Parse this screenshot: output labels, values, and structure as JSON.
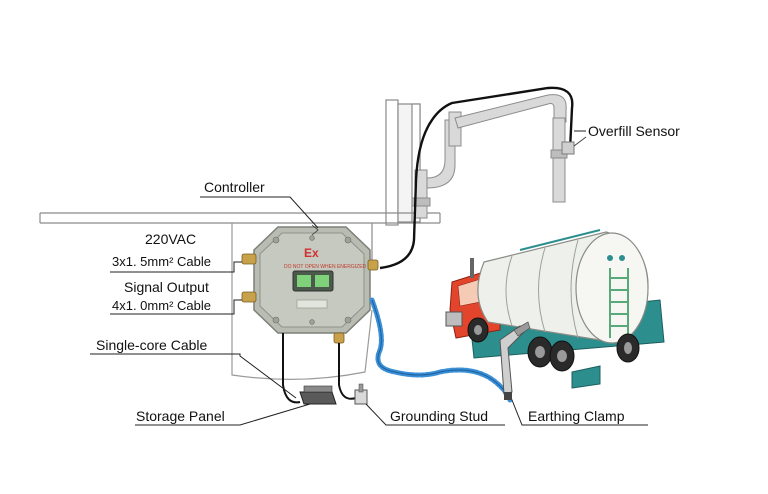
{
  "labels": {
    "overfill_sensor": "Overfill Sensor",
    "controller": "Controller",
    "power_voltage": "220VAC",
    "power_cable": "3x1. 5mm² Cable",
    "signal_output": "Signal Output",
    "signal_cable": "4x1. 0mm² Cable",
    "single_core_cable": "Single-core Cable",
    "storage_panel": "Storage Panel",
    "grounding_stud": "Grounding Stud",
    "earthing_clamp": "Earthing Clamp"
  },
  "controller_box": {
    "ex_mark": "Ex",
    "panel_caption": "DO NOT OPEN WHEN ENERGIZED"
  },
  "colors": {
    "box_body": "#b9bcb3",
    "box_edge": "#7d8078",
    "fitting_brass": "#c8a24a",
    "display_green": "#7fd27a",
    "tank_body": "#eef0ec",
    "tank_ladder": "#5aa97a",
    "truck_cab": "#e2452b",
    "chassis_teal": "#2d8e8e",
    "coil_cable": "#3a8fd6",
    "cable_black": "#111111"
  }
}
